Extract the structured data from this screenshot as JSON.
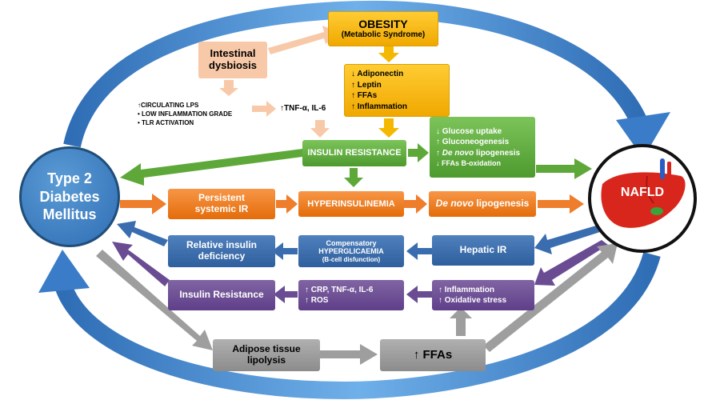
{
  "obesity": {
    "title": "OBESITY",
    "subtitle": "(Metabolic Syndrome)"
  },
  "dysbiosis": {
    "line1": "Intestinal",
    "line2": "dysbiosis"
  },
  "lps": {
    "line1": "↑CIRCULATING LPS",
    "line2": "•  LOW INFLAMMATION GRADE",
    "line3": "•  TLR ACTIVATION"
  },
  "tnf_il6": "↑TNF-α, IL-6",
  "adipokines": [
    "↓  Adiponectin",
    "↑  Leptin",
    "↑  FFAs",
    "↑  Inflammation"
  ],
  "insulin_resistance": "INSULIN RESISTANCE",
  "hepatic_effects": [
    "↓ Glucose uptake",
    "↑ Gluconeogenesis",
    "↑ De novo lipogenesis",
    "↓ FFAs B-oxidation"
  ],
  "t2dm": {
    "line1": "Type 2",
    "line2": "Diabetes",
    "line3": "Mellitus"
  },
  "nafld": "NAFLD",
  "orange_row": {
    "systemic_ir_1": "Persistent",
    "systemic_ir_2": "systemic IR",
    "hyperinsulinemia": "HYPERINSULINEMIA",
    "lipogenesis": "De novo lipogenesis"
  },
  "blue_row": {
    "relative_def_1": "Relative insulin",
    "relative_def_2": "deficiency",
    "comp_1": "Compensatory",
    "comp_2": "HYPERGLICAEMIA",
    "comp_3": "(B-cell disfunction)",
    "hepatic_ir": "Hepatic IR"
  },
  "purple_row": {
    "insulin_resistance": "Insulin Resistance",
    "crp_1": "↑  CRP, TNF-α, IL-6",
    "crp_2": "↑  ROS",
    "infl_1": "↑  Inflammation",
    "infl_2": "↑  Oxidative stress"
  },
  "gray_row": {
    "adipose_1": "Adipose tissue",
    "adipose_2": "lipolysis",
    "ffas": "↑ FFAs"
  },
  "colors": {
    "yellow": "#f5b800",
    "green": "#5ea83a",
    "orange": "#ee7d2c",
    "blue": "#3a6db0",
    "purple": "#6a4c93",
    "gray": "#9e9e9e",
    "salmon": "#f8c9a8",
    "cycle_arrow": "#4a90d9",
    "liver": "#d9261c"
  }
}
